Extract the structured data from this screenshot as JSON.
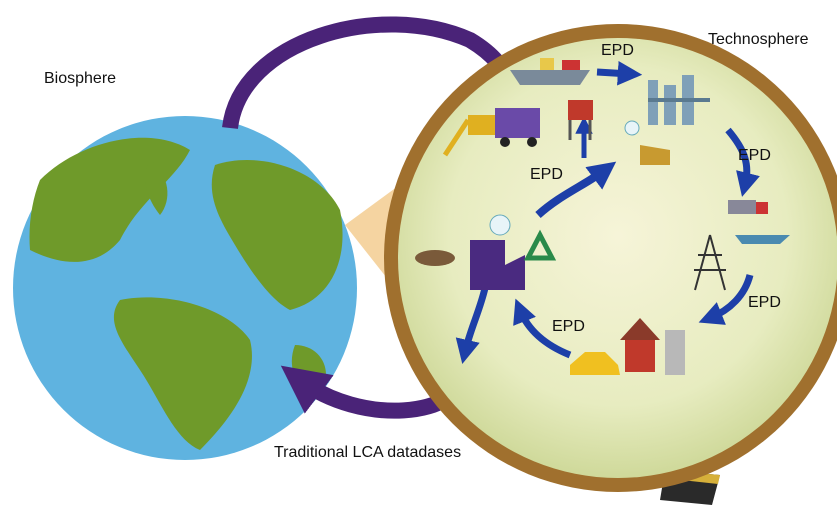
{
  "labels": {
    "biosphere": "Biosphere",
    "technosphere": "Technosphere",
    "traditional_lca": "Traditional LCA datadases",
    "epd": [
      "EPD",
      "EPD",
      "EPD",
      "EPD",
      "EPD"
    ]
  },
  "colors": {
    "ocean": "#5fb3e0",
    "land": "#6f9a2a",
    "lens_fill": "#eef0c8",
    "lens_rim": "#a0702e",
    "purple_arrow": "#4a2378",
    "blue_arrow": "#1d3fa8"
  }
}
